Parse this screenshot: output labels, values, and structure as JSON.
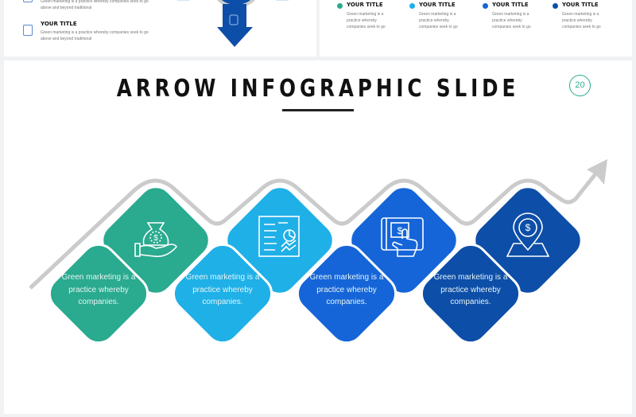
{
  "top_left": {
    "items": [
      {
        "title": "",
        "text": "Green marketing is a practice whereby companies seek to go above and beyond traditional"
      },
      {
        "title": "YOUR TITLE",
        "text": "Green marketing is a practice whereby companies seek to go above and beyond traditional"
      }
    ]
  },
  "top_right": {
    "items": [
      {
        "title": "YOUR TITLE",
        "text": "Green marketing is a practice whereby companies seek to go",
        "color": "#2aaa8f"
      },
      {
        "title": "YOUR TITLE",
        "text": "Green marketing is a practice whereby companies seek to go",
        "color": "#1fb0e8"
      },
      {
        "title": "YOUR TITLE",
        "text": "Green marketing is a practice whereby companies seek to go",
        "color": "#1565d8"
      },
      {
        "title": "YOUR TITLE",
        "text": "Green marketing is a practice whereby companies seek to go",
        "color": "#0d4ea8"
      }
    ]
  },
  "slide": {
    "title": "ARROW INFOGRAPHIC SLIDE",
    "page_number": "20",
    "steps": [
      {
        "icon": "money-bag-hand-icon",
        "text": "Green marketing is a practice whereby companies.",
        "color": "#2aaa8f"
      },
      {
        "icon": "report-chart-icon",
        "text": "Green marketing is a practice whereby companies.",
        "color": "#1fb0e8"
      },
      {
        "icon": "tablet-payment-icon",
        "text": "Green marketing is a practice whereby companies.",
        "color": "#1565d8"
      },
      {
        "icon": "location-dollar-icon",
        "text": "Green marketing is a practice whereby companies.",
        "color": "#0d4ea8"
      }
    ]
  }
}
